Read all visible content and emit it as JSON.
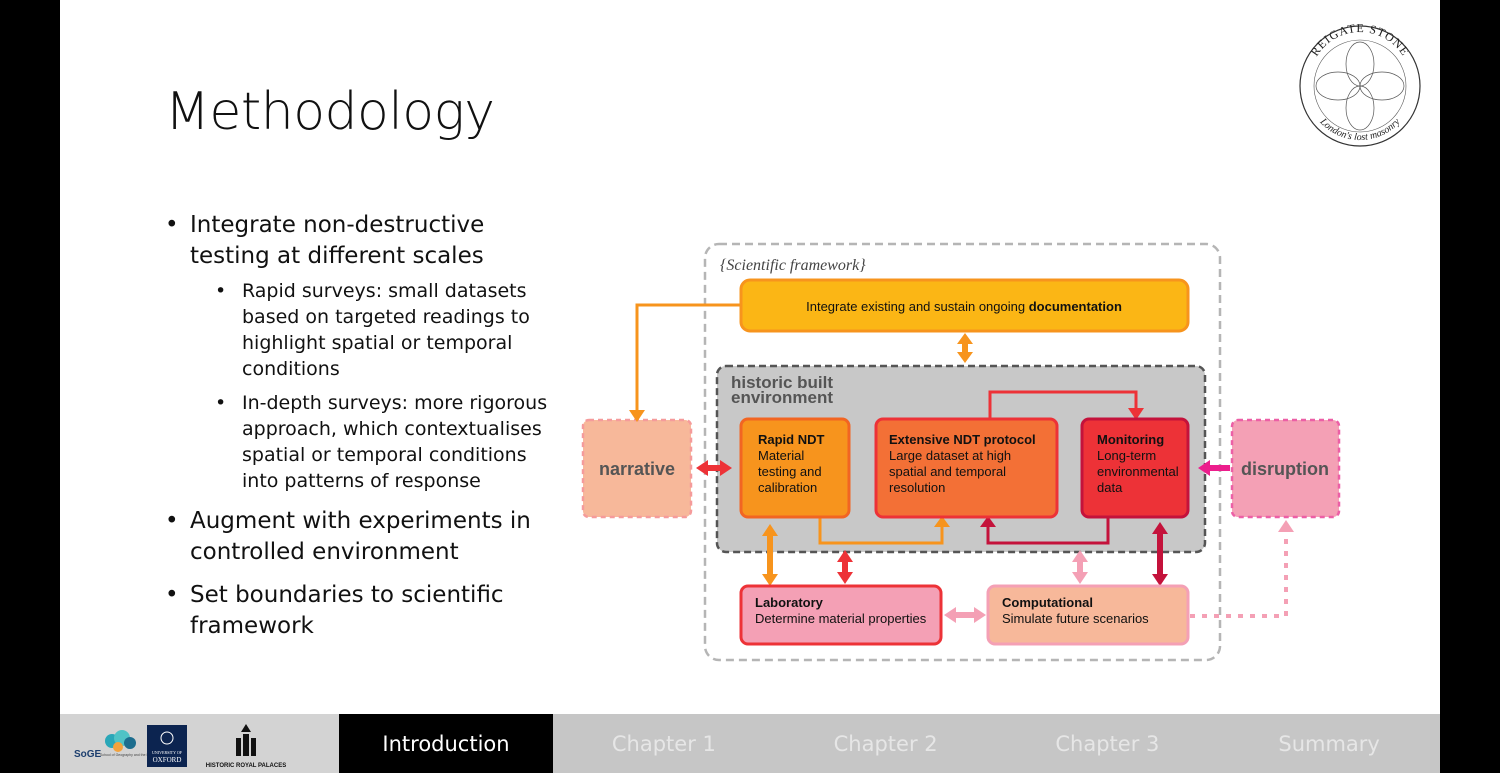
{
  "slide": {
    "title": "Methodology",
    "bullets": [
      {
        "text": "Integrate non-destructive testing at different scales",
        "sub": [
          "Rapid surveys: small datasets based on targeted readings to highlight spatial or temporal conditions",
          "In-depth surveys: more rigorous approach, which contextualises spatial or temporal conditions into patterns of response"
        ]
      },
      {
        "text": "Augment with experiments in controlled environment"
      },
      {
        "text": "Set boundaries to scientific framework"
      }
    ]
  },
  "logo": {
    "top_text": "REIGATE STONE",
    "bottom_text": "London's lost masonry"
  },
  "diagram": {
    "framework_label": "{Scientific framework}",
    "documentation": {
      "text": "Integrate existing and sustain ongoing ",
      "bold": "documentation"
    },
    "environment_label_1": "historic built",
    "environment_label_2": "environment",
    "narrative": "narrative",
    "disruption": "disruption",
    "rapid": {
      "title": "Rapid NDT",
      "l1": "Material",
      "l2": "testing and",
      "l3": "calibration"
    },
    "extensive": {
      "title": "Extensive NDT protocol",
      "l1": "Large dataset at high",
      "l2": "spatial and temporal",
      "l3": "resolution"
    },
    "monitoring": {
      "title": "Monitoring",
      "l1": "Long-term",
      "l2": "environmental",
      "l3": "data"
    },
    "laboratory": {
      "title": "Laboratory",
      "desc": "Determine material properties"
    },
    "computational": {
      "title": "Computational",
      "desc": "Simulate future scenarios"
    },
    "colors": {
      "yellow": "#fbb615",
      "orange": "#f7941d",
      "orange_border": "#f26522",
      "red": "#ed3237",
      "pink": "#f4a0b5",
      "peach": "#f7b89a",
      "grey": "#c8c8c8"
    }
  },
  "footer": {
    "partners": {
      "soge": "SoGE",
      "soge_sub": "School of Geography and the Environment",
      "oxford": "OXFORD",
      "oxford_sub": "UNIVERSITY OF",
      "hrp": "HISTORIC ROYAL PALACES"
    },
    "tabs": [
      "Introduction",
      "Chapter 1",
      "Chapter 2",
      "Chapter 3",
      "Summary"
    ],
    "active_tab": "Introduction"
  }
}
